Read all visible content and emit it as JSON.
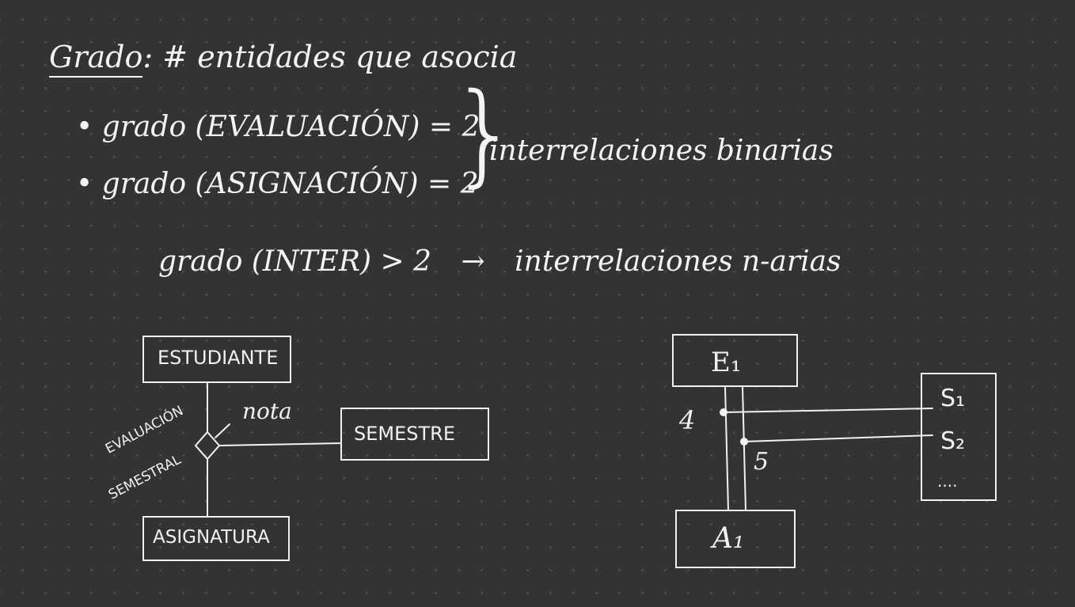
{
  "notes": {
    "title_term": "Grado",
    "title_rest": ": # entidades que asocia",
    "bullet1": "• grado (EVALUACIÓN) = 2",
    "bullet2": "• grado (ASIGNACIÓN) = 2",
    "brace": "}",
    "binary": "interrelaciones binarias",
    "nary_left": "grado (INTER) > 2",
    "arrow": "→",
    "nary_right": "interrelaciones n-arias"
  },
  "diagram1": {
    "entity_top": "ESTUDIANTE",
    "entity_bottom": "ASIGNATURA",
    "entity_right": "SEMESTRE",
    "relationship_line1": "EVALUACIÓN",
    "relationship_line2": "SEMESTRAL",
    "attribute": "nota"
  },
  "diagram2": {
    "entity_top": "E₁",
    "entity_bottom": "A₁",
    "list_items": [
      "S₁",
      "S₂",
      "...."
    ],
    "value_left": "4",
    "value_right": "5"
  }
}
